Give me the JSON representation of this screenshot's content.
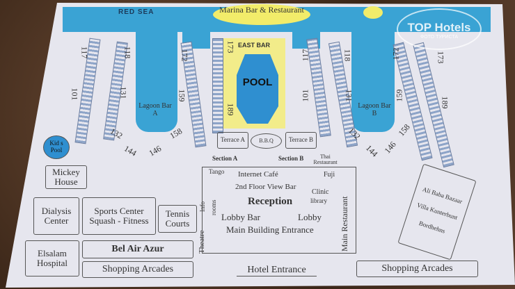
{
  "sea": {
    "label": "RED SEA",
    "marina": "Marina Bar & Restaurant"
  },
  "pool": {
    "bar": "EAST BAR",
    "label": "POOL"
  },
  "lagoons": [
    {
      "label": "Lagoon Bar A"
    },
    {
      "label": "Lagoon Bar B"
    }
  ],
  "building_numbers": {
    "left": [
      "117",
      "101",
      "118",
      "131",
      "132",
      "144",
      "146",
      "158",
      "159",
      "172",
      "173",
      "189"
    ],
    "right": [
      "117",
      "101",
      "118",
      "131",
      "132",
      "144",
      "146",
      "158",
      "159",
      "172",
      "173",
      "189"
    ]
  },
  "terraces": {
    "a": "Terrace A",
    "bbq": "B.B.Q",
    "b": "Terrace B"
  },
  "sections": {
    "a": "Section A",
    "b": "Section B"
  },
  "main_building": {
    "tango": "Tango",
    "thai": "Thai Restaurant",
    "fuji": "Fuji",
    "internet": "Internet Café",
    "view_bar": "2nd Floor View Bar",
    "reception": "Reception",
    "clinic": "Clinic",
    "library": "library",
    "rooms": "rooms",
    "info": "Info",
    "theatre": "Theatre",
    "lobby_bar": "Lobby Bar",
    "lobby": "Lobby",
    "entrance": "Main Building Entrance",
    "main_restaurant": "Main Restaurant"
  },
  "left_facilities": {
    "kids_pool": "Kid s Pool",
    "mickey": "Mickey House",
    "dialysis": "Dialysis Center",
    "sports": "Sports Center Squash - Fitness",
    "tennis": "Tennis Courts",
    "elsalam": "Elsalam Hospital",
    "belair": "Bel Air Azur",
    "shopping_left": "Shopping Arcades"
  },
  "right_facilities": {
    "ali_baba": "Ali Baba Bazaar",
    "villa": "Villa Kunterbunt",
    "bordhehns": "Bordhehns",
    "shopping_right": "Shopping Arcades"
  },
  "hotel_entrance": "Hotel Entrance",
  "watermark": {
    "brand": "TOP Hotels",
    "sub": "ФОТО ТУРИСТА"
  },
  "colors": {
    "sea": "#3aa3d4",
    "pool_deck": "#f2ec8a",
    "kids_pool": "#2f8fd0"
  }
}
